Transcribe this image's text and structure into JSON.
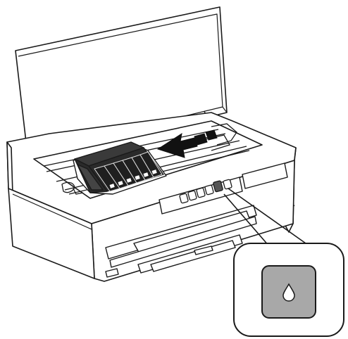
{
  "figure": {
    "subject": "printer-ink-replacement-illustration",
    "icons": {
      "ink_button_icon": "ink-drop-icon",
      "direction_arrow": "arrow-left-icon"
    },
    "colors": {
      "outline": "#1a1a1a",
      "cartridge_fill": "#2a2a2a",
      "button_fill": "#a8a8a8",
      "background": "#ffffff"
    },
    "cartridge_slots": 6,
    "panel_buttons": 6,
    "highlighted_button_index": 4
  }
}
